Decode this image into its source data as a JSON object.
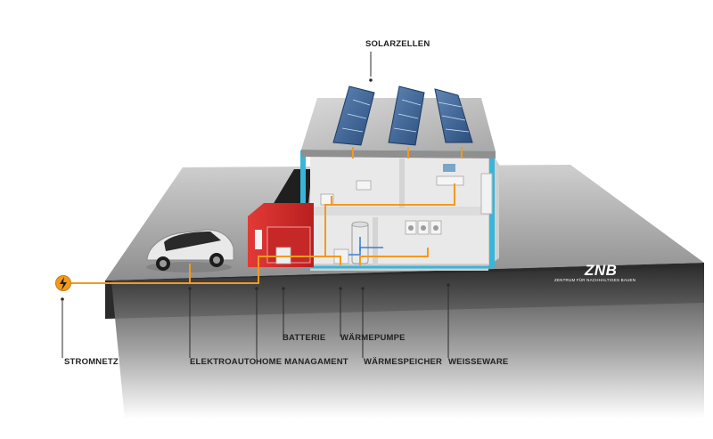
{
  "labels": {
    "solarzellen": "SOLARZELLEN",
    "stromnetz": "STROMNETZ",
    "elektroauto": "ELEKTROAUTO",
    "home_management": "HOME MANAGAMENT",
    "batterie": "BATTERIE",
    "waermepumpe": "WÄRMEPUMPE",
    "waermespeicher": "WÄRMESPEICHER",
    "weisseware": "WEISSEWARE"
  },
  "logo": {
    "title": "ZNB",
    "subtitle": "ZENTRUM FÜR NACHHALTIGES BAUEN"
  },
  "colors": {
    "energy_line": "#f39a1e",
    "house_frame": "#37b6d9",
    "home_management_box": "#d62a2a",
    "ground_top": "#9a9a9a",
    "ground_front": "#3a3a3a"
  },
  "icons": [
    "lightning-icon"
  ]
}
